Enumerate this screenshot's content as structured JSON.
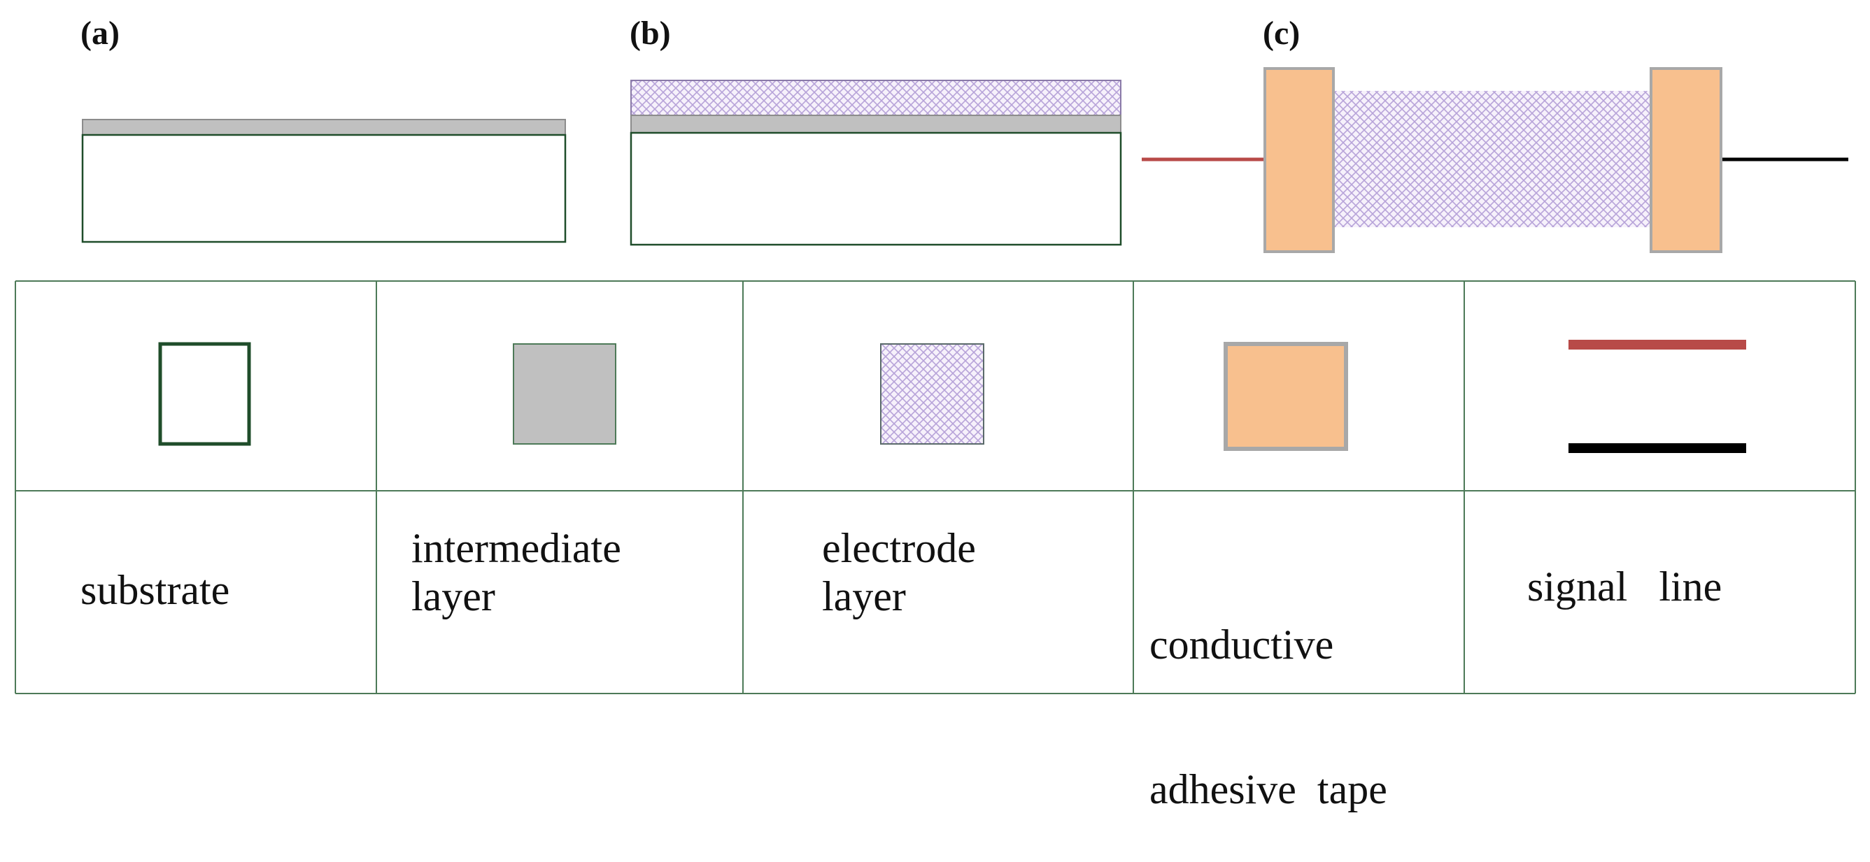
{
  "panels": {
    "a": {
      "label": "(a)"
    },
    "b": {
      "label": "(b)"
    },
    "c": {
      "label": "(c)"
    }
  },
  "legend": {
    "substrate": {
      "label": "substrate"
    },
    "intermediate": {
      "line1": "intermediate",
      "line2": "layer"
    },
    "electrode": {
      "line1": "electrode",
      "line2": "layer"
    },
    "tape": {
      "line1": "conductive",
      "line2": "adhesive  tape"
    },
    "signal": {
      "label": "signal   line"
    }
  },
  "colors": {
    "substrate_border": "#1f4d2a",
    "intermediate_fill": "#c0c0c0",
    "electrode_hatch": "#b7a3d9",
    "tape_fill": "#f8c08e",
    "tape_border": "#a8a8a8",
    "signal_red": "#b84a48",
    "signal_black": "#000000",
    "grid_line": "#4d7a58"
  }
}
